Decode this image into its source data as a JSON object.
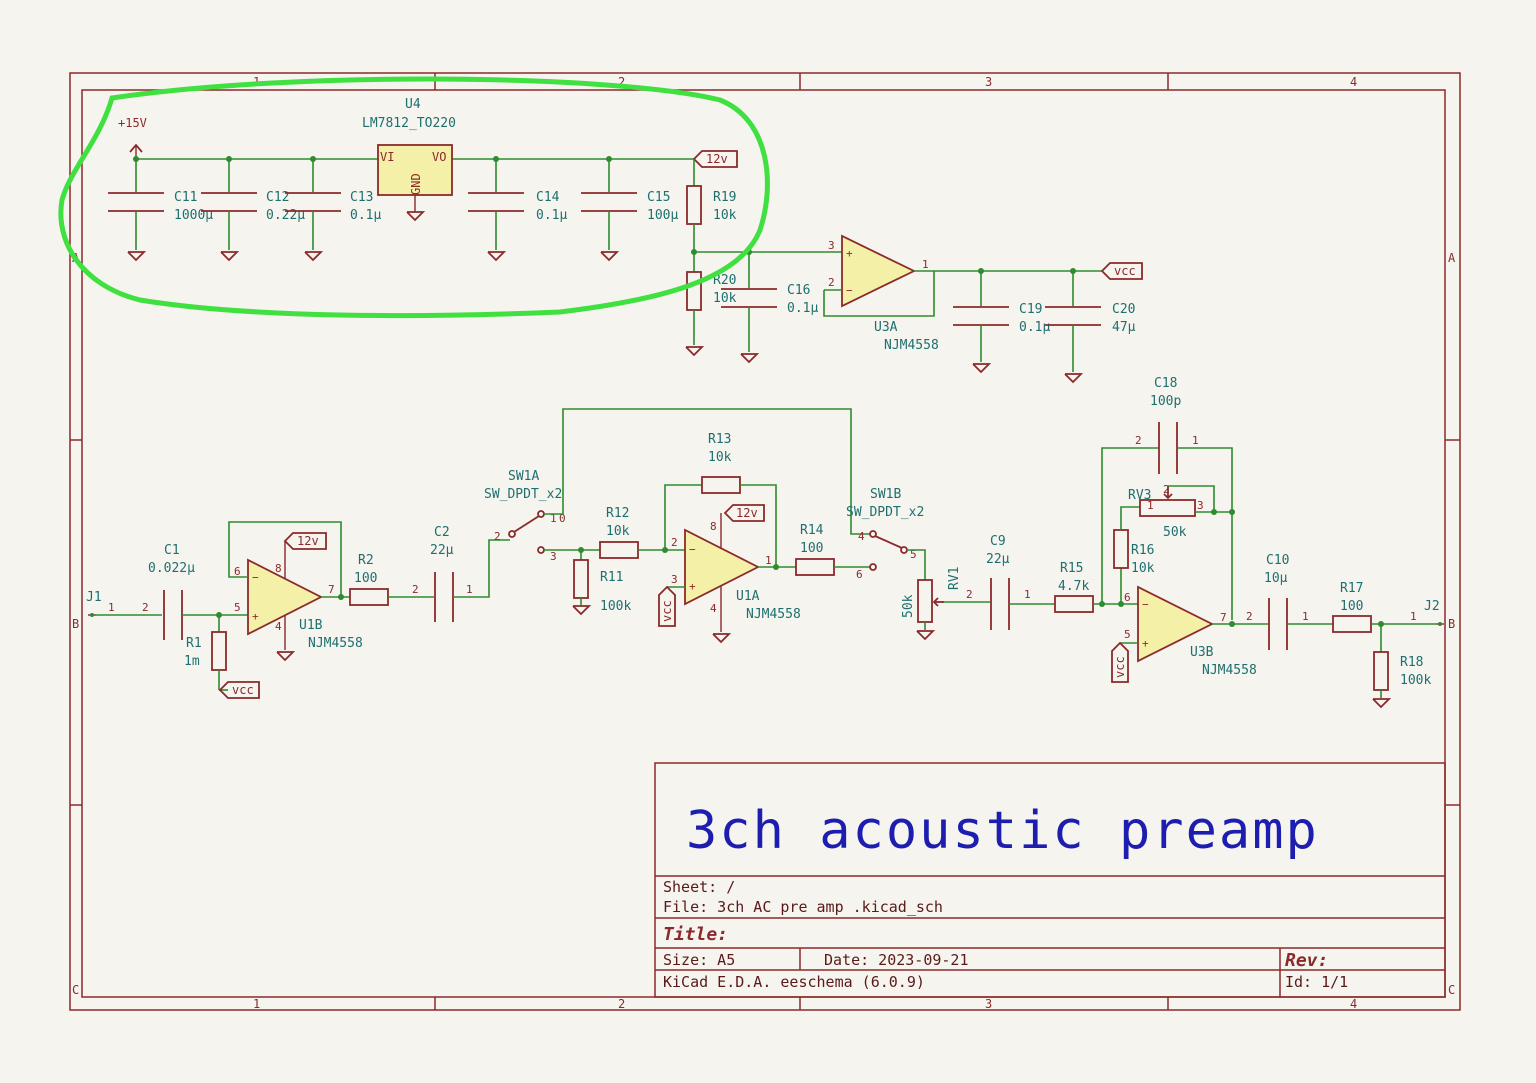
{
  "zones": {
    "top": [
      "1",
      "2",
      "3",
      "4"
    ],
    "bottom": [
      "1",
      "2",
      "3",
      "4"
    ],
    "left": [
      "A",
      "B",
      "C"
    ],
    "right": [
      "A",
      "B",
      "C"
    ]
  },
  "power": {
    "plus15v": "+15V",
    "net12v": "12v",
    "netvcc": "vcc"
  },
  "components": {
    "U4": {
      "ref": "U4",
      "value": "LM7812_TO220",
      "vi": "VI",
      "vo": "VO",
      "gnd": "GND"
    },
    "C11": {
      "ref": "C11",
      "value": "1000µ"
    },
    "C12": {
      "ref": "C12",
      "value": "0.22µ"
    },
    "C13": {
      "ref": "C13",
      "value": "0.1µ"
    },
    "C14": {
      "ref": "C14",
      "value": "0.1µ"
    },
    "C15": {
      "ref": "C15",
      "value": "100µ"
    },
    "R19": {
      "ref": "R19",
      "value": "10k"
    },
    "R20": {
      "ref": "R20",
      "value": "10k"
    },
    "C16": {
      "ref": "C16",
      "value": "0.1µ"
    },
    "U3A": {
      "ref": "U3A",
      "value": "NJM4558"
    },
    "C19": {
      "ref": "C19",
      "value": "0.1µ"
    },
    "C20": {
      "ref": "C20",
      "value": "47µ"
    },
    "J1": {
      "ref": "J1"
    },
    "C1": {
      "ref": "C1",
      "value": "0.022µ"
    },
    "R1": {
      "ref": "R1",
      "value": "1m"
    },
    "U1B": {
      "ref": "U1B",
      "value": "NJM4558"
    },
    "R2": {
      "ref": "R2",
      "value": "100"
    },
    "C2": {
      "ref": "C2",
      "value": "22µ"
    },
    "SW1A": {
      "ref": "SW1A",
      "value": "SW_DPDT_x2"
    },
    "R12": {
      "ref": "R12",
      "value": "10k"
    },
    "R11": {
      "ref": "R11",
      "value": "100k"
    },
    "R13": {
      "ref": "R13",
      "value": "10k"
    },
    "U1A": {
      "ref": "U1A",
      "value": "NJM4558"
    },
    "R14": {
      "ref": "R14",
      "value": "100"
    },
    "SW1B": {
      "ref": "SW1B",
      "value": "SW_DPDT_x2"
    },
    "RV1": {
      "ref": "RV1",
      "value": "50k"
    },
    "C9": {
      "ref": "C9",
      "value": "22µ"
    },
    "R15": {
      "ref": "R15",
      "value": "4.7k"
    },
    "R16": {
      "ref": "R16",
      "value": "10k"
    },
    "C18": {
      "ref": "C18",
      "value": "100p"
    },
    "RV3": {
      "ref": "RV3",
      "value": "50k"
    },
    "U3B": {
      "ref": "U3B",
      "value": "NJM4558"
    },
    "C10": {
      "ref": "C10",
      "value": "10µ"
    },
    "R17": {
      "ref": "R17",
      "value": "100"
    },
    "R18": {
      "ref": "R18",
      "value": "100k"
    },
    "J2": {
      "ref": "J2"
    }
  },
  "titleblock": {
    "project": "3ch acoustic preamp",
    "sheet": "Sheet: /",
    "file": "File: 3ch AC pre amp .kicad_sch",
    "title_label": "Title:",
    "size": "Size: A5",
    "date": "Date: 2023-09-21",
    "rev": "Rev:",
    "tool": "KiCad E.D.A.  eeschema (6.0.9)",
    "id": "Id: 1/1"
  },
  "colors": {
    "frame": "#8b2a2a",
    "wire": "#2e8b2e",
    "highlight": "#3fe03f",
    "title": "#1d1db0"
  }
}
